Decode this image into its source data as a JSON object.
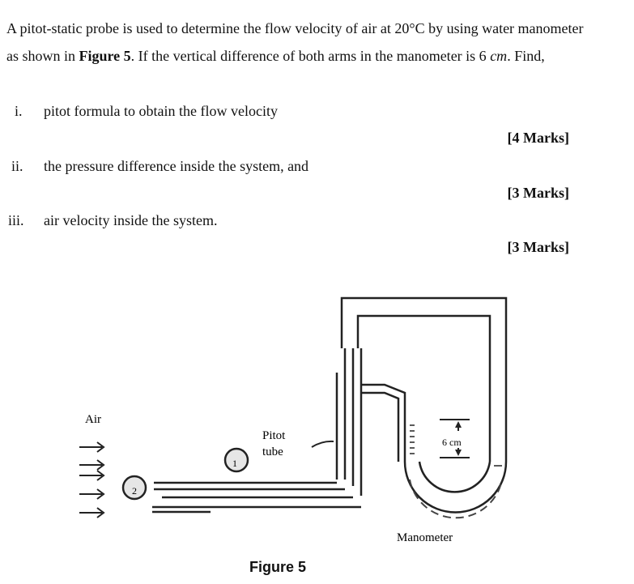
{
  "question": {
    "intro_before_fig": "A pitot-static probe is used to determine the flow velocity of air at 20°C by using water manometer as shown in ",
    "fig_ref": "Figure 5",
    "intro_after_fig": ". If the vertical difference of both arms in the manometer is 6 ",
    "unit": "cm",
    "intro_end": ". Find,"
  },
  "items": [
    {
      "numeral": "i.",
      "text": "pitot formula to obtain the flow velocity",
      "marks": "[4 Marks]"
    },
    {
      "numeral": "ii.",
      "text": "the pressure difference inside the system, and",
      "marks": "[3 Marks]"
    },
    {
      "numeral": "iii.",
      "text": "air velocity inside the system.",
      "marks": "[3 Marks]"
    }
  ],
  "figure": {
    "air_label": "Air",
    "pitot_label_line1": "Pitot",
    "pitot_label_line2": "tube",
    "point_1": "1",
    "point_2": "2",
    "height_label": "6 cm",
    "manometer_label": "Manometer",
    "caption": "Figure 5"
  }
}
